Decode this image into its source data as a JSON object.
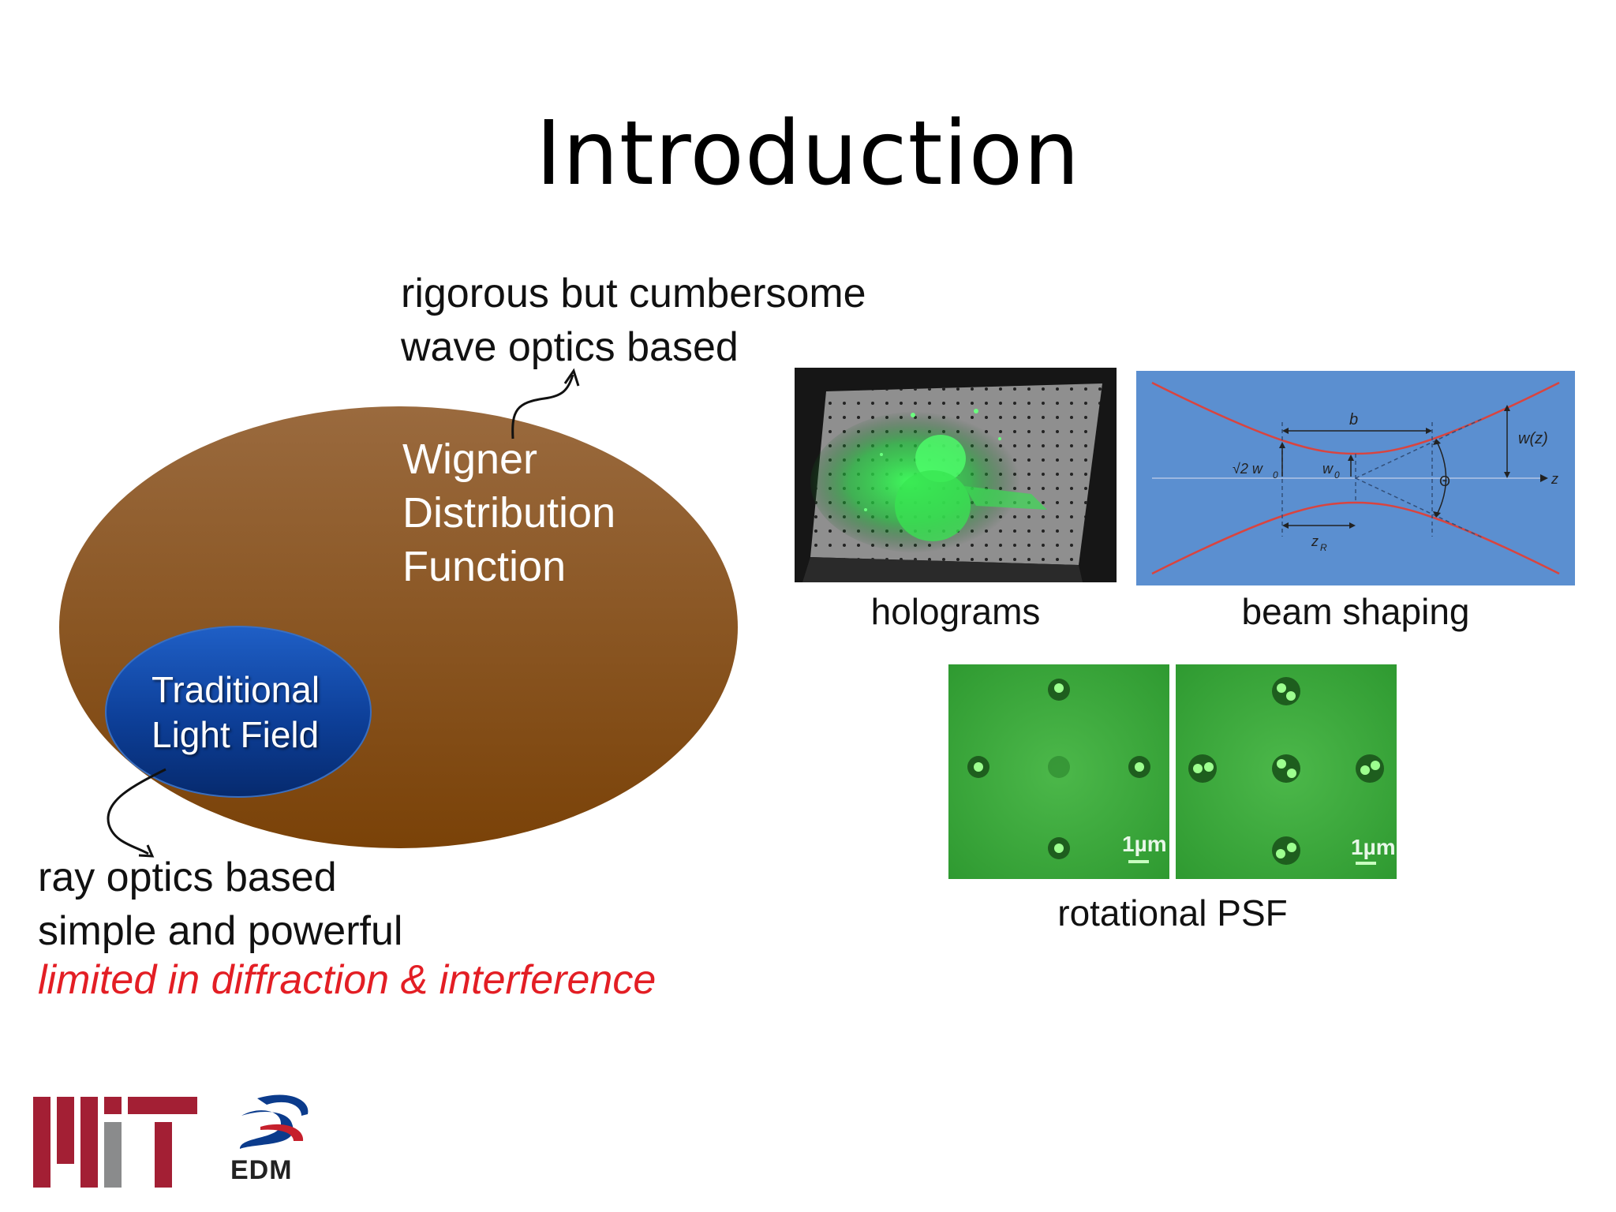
{
  "slide": {
    "title": "Introduction"
  },
  "annotations": {
    "wave_line1": "rigorous but cumbersome",
    "wave_line2": "wave optics based",
    "ray_line1": "ray optics based",
    "ray_line2": "simple and powerful",
    "ray_line3": "limited in diffraction & interference"
  },
  "diagram": {
    "outer_line1": "Wigner",
    "outer_line2": "Distribution",
    "outer_line3": "Function",
    "inner_line1": "Traditional",
    "inner_line2": "Light Field",
    "colors": {
      "outer_fill_top": "#9a6a3e",
      "outer_fill_bottom": "#7a4208",
      "inner_fill": "#0d3f98",
      "red_text": "#e31e24"
    }
  },
  "images": {
    "holograms_caption": "holograms",
    "beam_caption": "beam shaping",
    "psf_caption": "rotational PSF",
    "beam_labels": {
      "b": "b",
      "wz": "w(z)",
      "sqrt2w0": "√2 w",
      "w0": "w",
      "sub0": "0",
      "theta": "Θ",
      "z": "z",
      "zR": "z",
      "subR": "R"
    },
    "psf_scale_left": "1µm",
    "psf_scale_right": "1µm"
  },
  "logos": {
    "edm_text": "EDM"
  }
}
